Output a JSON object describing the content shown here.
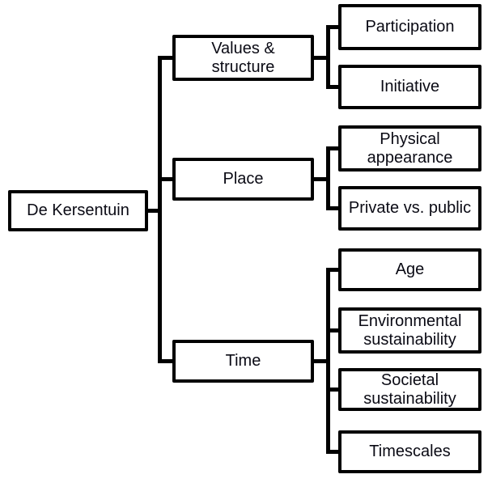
{
  "diagram": {
    "root": {
      "label": "De Kersentuin"
    },
    "branches": [
      {
        "label": "Values &\nstructure",
        "children": [
          {
            "label": "Participation"
          },
          {
            "label": "Initiative"
          }
        ]
      },
      {
        "label": "Place",
        "children": [
          {
            "label": "Physical\nappearance"
          },
          {
            "label": "Private vs. public"
          }
        ]
      },
      {
        "label": "Time",
        "children": [
          {
            "label": "Age"
          },
          {
            "label": "Environmental\nsustainability"
          },
          {
            "label": "Societal\nsustainability"
          },
          {
            "label": "Timescales"
          }
        ]
      }
    ],
    "colors": {
      "background": "#ffffff",
      "box_fill": "#ffffff",
      "box_border": "#000000",
      "connector": "#000000",
      "text": "#0a0a14"
    }
  }
}
